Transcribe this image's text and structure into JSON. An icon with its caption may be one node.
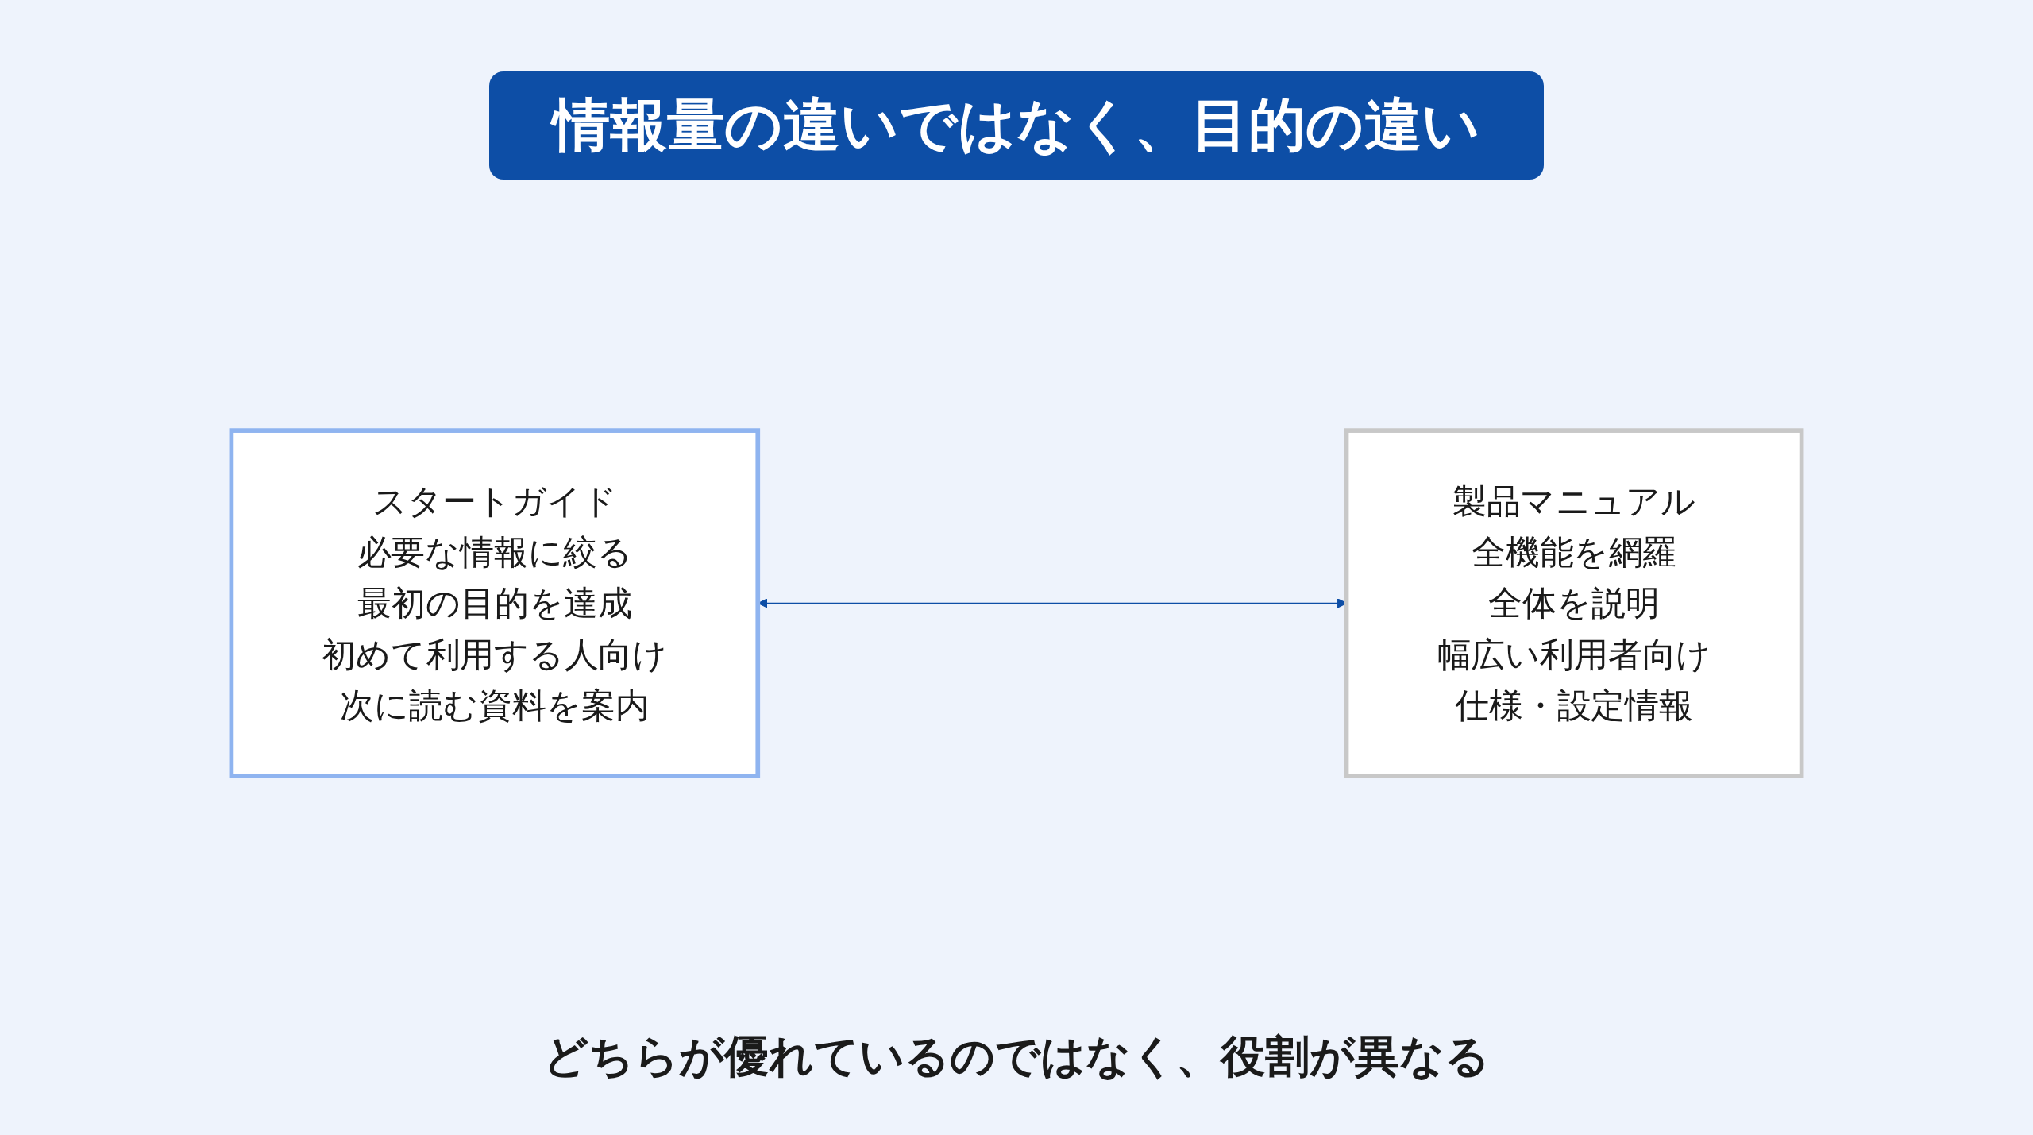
{
  "diagram": {
    "title": "情報量の違いではなく、目的の違い",
    "caption": "どちらが優れているのではなく、役割が異なる",
    "nodes": [
      {
        "text": [
          "スタートガイド",
          "必要な情報に絞る",
          "最初の目的を達成",
          "初めて利用する人向け",
          "次に読む資料を案内"
        ]
      },
      {
        "text": [
          "製品マニュアル",
          "全機能を網羅",
          "全体を説明",
          "幅広い利用者向け",
          "仕様・設定情報"
        ]
      }
    ],
    "edges": [
      {
        "from": 0,
        "to": 1,
        "arrow": "both"
      }
    ]
  }
}
